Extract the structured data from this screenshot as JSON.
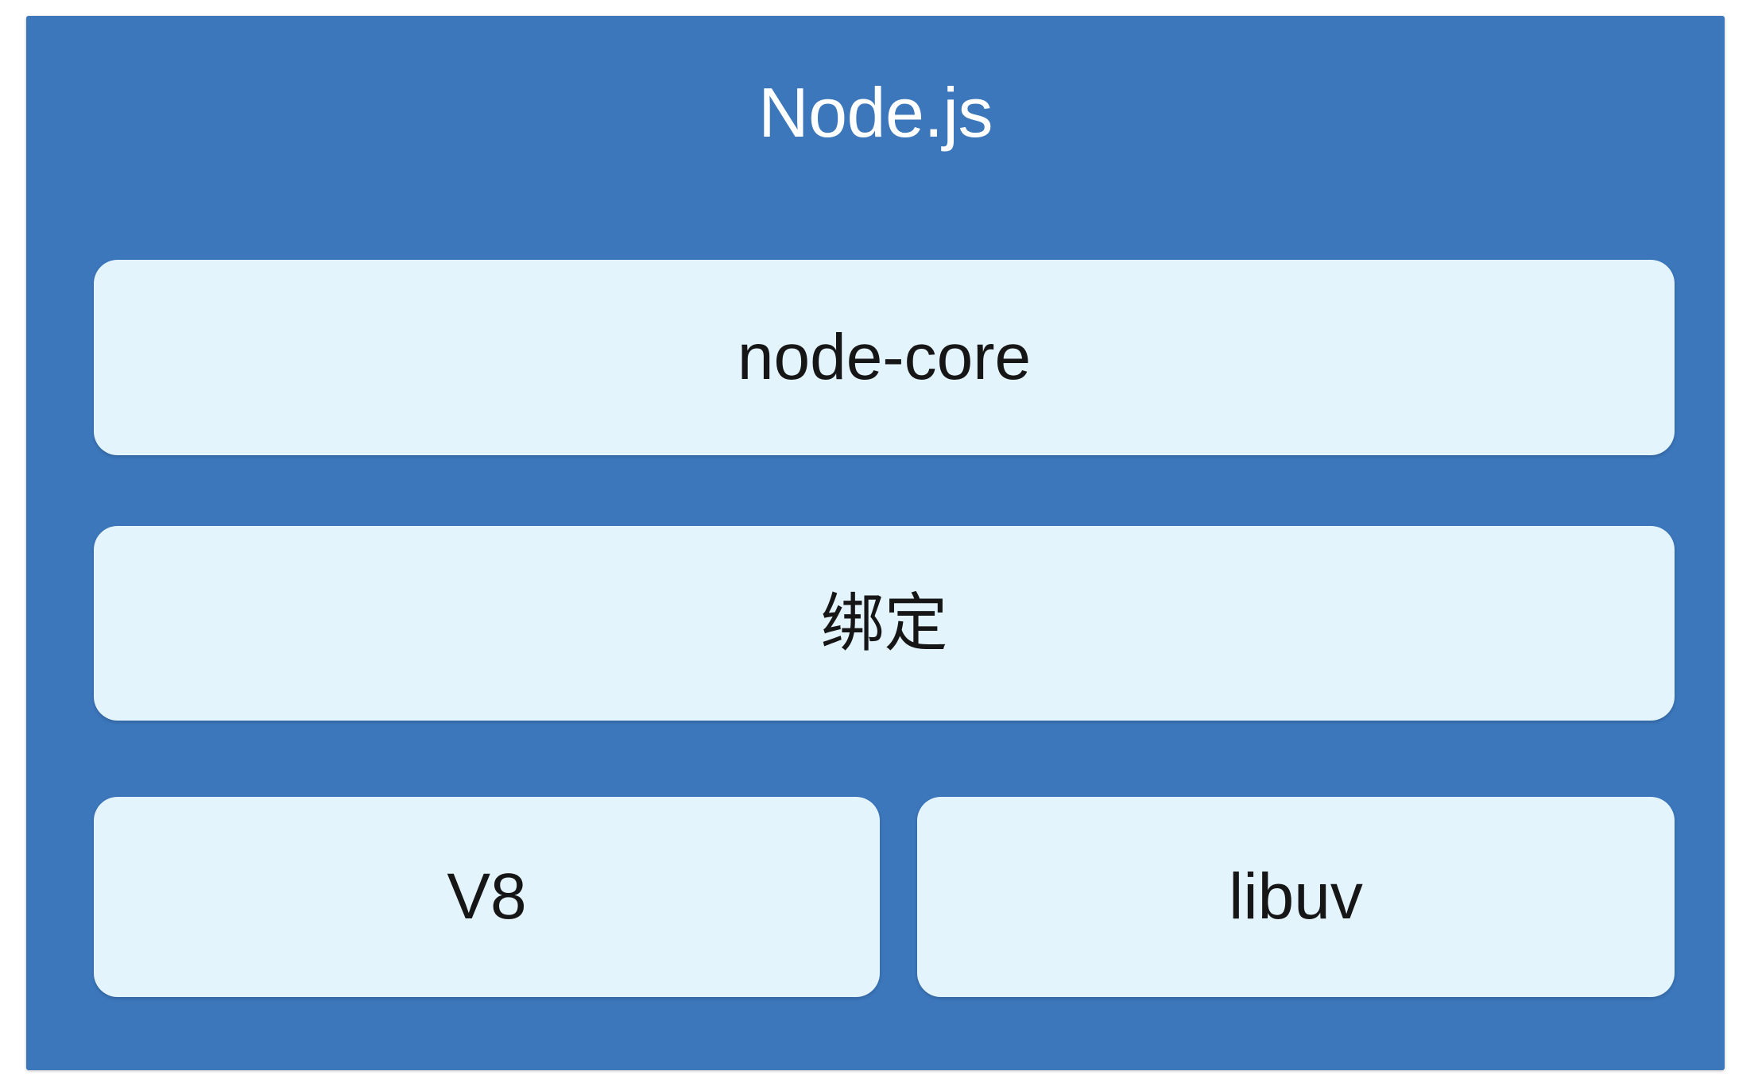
{
  "diagram": {
    "type": "layered-architecture",
    "title": "Node.js",
    "title_color": "#ffffff",
    "container_color": "#3c77bc",
    "box_color": "#e4f4fd",
    "box_text_color": "#161616",
    "page_background": "#ffffff",
    "layers": [
      {
        "id": "node-core",
        "label": "node-core",
        "row": 1,
        "span": "full"
      },
      {
        "id": "bindings",
        "label": "绑定",
        "row": 2,
        "span": "full"
      },
      {
        "id": "v8",
        "label": "V8",
        "row": 3,
        "span": "half-left"
      },
      {
        "id": "libuv",
        "label": "libuv",
        "row": 3,
        "span": "half-right"
      }
    ]
  }
}
